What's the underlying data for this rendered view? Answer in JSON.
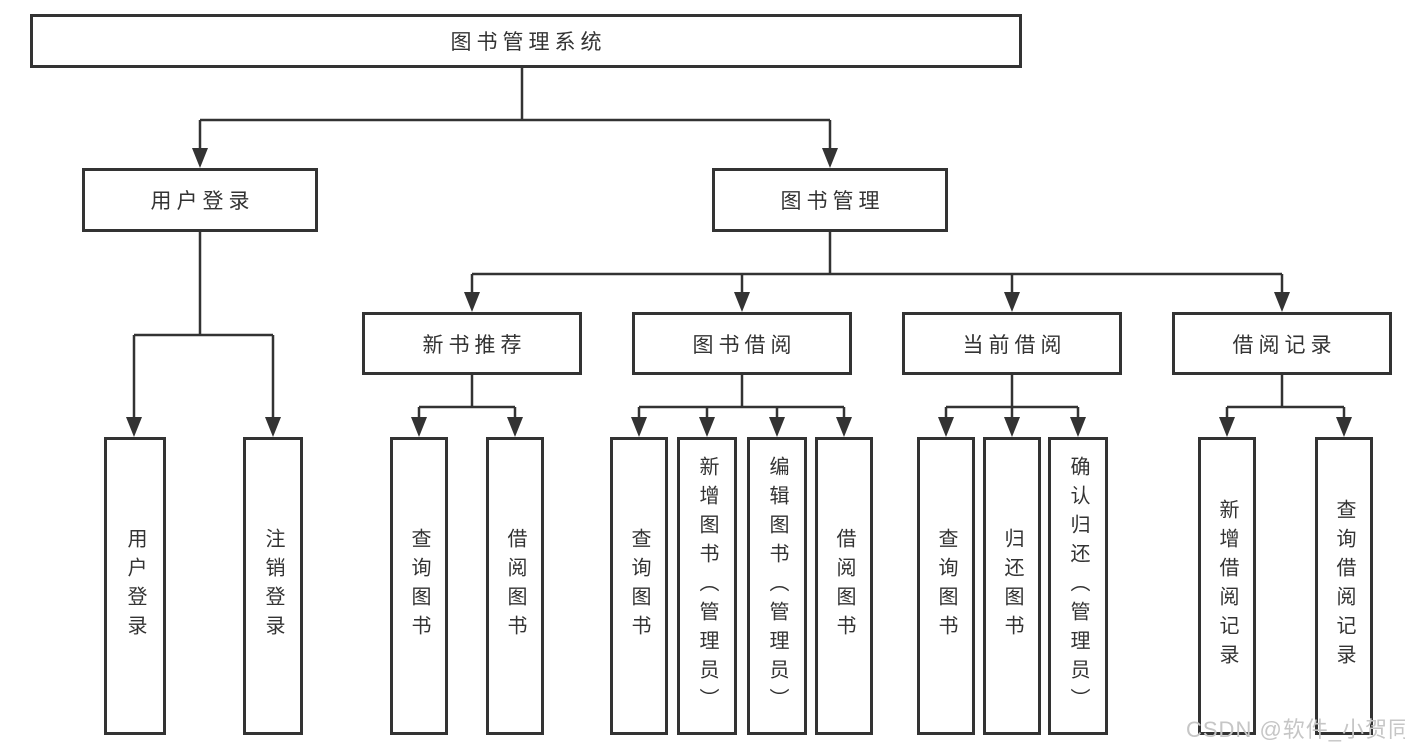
{
  "nodes": {
    "root": "图书管理系统",
    "branches": [
      "用户登录",
      "图书管理"
    ],
    "sections": [
      "新书推荐",
      "图书借阅",
      "当前借阅",
      "借阅记录"
    ],
    "leaves": [
      "用户登录",
      "注销登录",
      "查询图书",
      "借阅图书",
      "查询图书",
      "新增图书（管理员）",
      "编辑图书（管理员）",
      "借阅图书",
      "查询图书",
      "归还图书",
      "确认归还（管理员）",
      "新增借阅记录",
      "查询借阅记录"
    ]
  },
  "watermark": "CSDN @软件_小贺同学",
  "colors": {
    "line": "#333333",
    "box_fill": "#ffffff",
    "text": "#333333",
    "watermark": "#c6c6c6"
  }
}
